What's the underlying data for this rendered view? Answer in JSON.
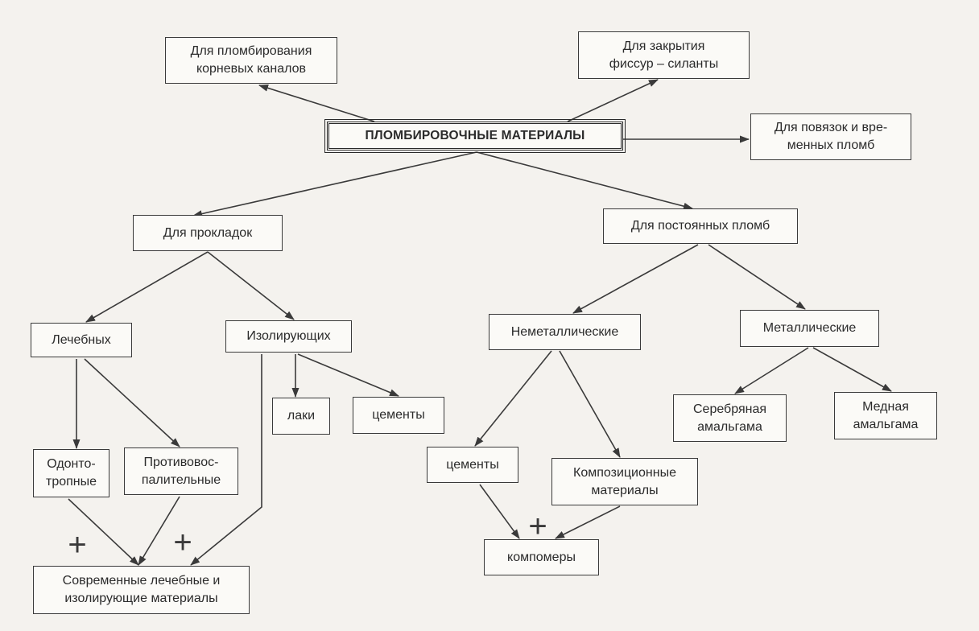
{
  "nodes": {
    "root": "ПЛОМБИРОВОЧНЫЕ МАТЕРИАЛЫ",
    "root_canals": "Для пломбирования\nкорневых каналов",
    "fissures": "Для закрытия\nфиссур – силанты",
    "temporary": "Для повязок и вре-\nменных пломб",
    "liners": "Для прокладок",
    "permanent": "Для постоянных пломб",
    "therapeutic": "Лечебных",
    "insulating": "Изолирующих",
    "nonmetallic": "Неметаллические",
    "metallic": "Металлические",
    "varnishes": "лаки",
    "cements_liner": "цементы",
    "silver_amalgam": "Серебряная\nамальгама",
    "copper_amalgam": "Медная\nамальгама",
    "odontotropic": "Одонто-\nтропные",
    "antiinflammatory": "Противовос-\nпалительные",
    "cements_perm": "цементы",
    "composites": "Композиционные\nматериалы",
    "compomers": "компомеры",
    "modern": "Современные лечебные и\nизолирующие материалы"
  },
  "symbols": {
    "plus": "+"
  },
  "colors": {
    "background": "#f4f2ee",
    "line": "#3a3a3a"
  }
}
